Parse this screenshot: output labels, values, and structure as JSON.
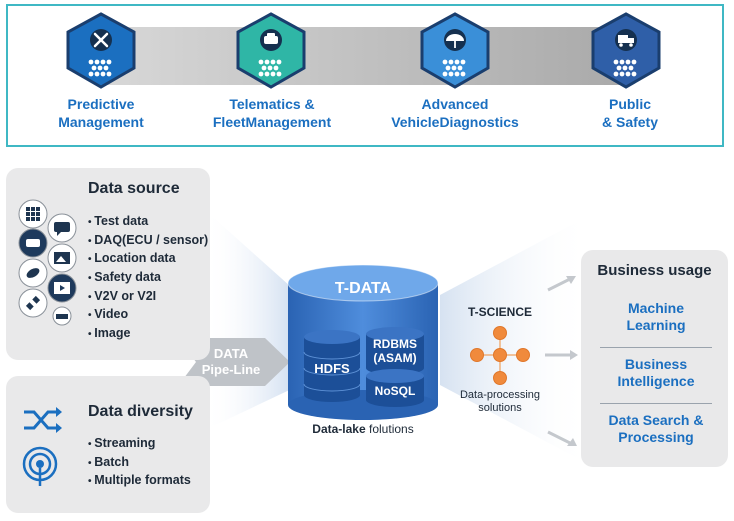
{
  "use_cases": [
    {
      "line1": "Predictive",
      "line2": "Management",
      "icon": "tools-icon"
    },
    {
      "line1": "Telematics &",
      "line2": "FleetManagement",
      "icon": "car-icon"
    },
    {
      "line1": "Advanced",
      "line2": "VehicleDiagnostics",
      "icon": "umbrella-icon"
    },
    {
      "line1": "Public",
      "line2": "& Safety",
      "icon": "truck-icon"
    }
  ],
  "data_source": {
    "title": "Data source",
    "items": [
      "Test data",
      "DAQ(ECU / sensor)",
      "Location data",
      "Safety data",
      "V2V or V2I",
      "Video",
      "Image"
    ]
  },
  "pipeline": {
    "line1": "DATA",
    "line2": "Pipe-Line"
  },
  "data_diversity": {
    "title": "Data diversity",
    "items": [
      "Streaming",
      "Batch",
      "Multiple formats"
    ]
  },
  "tdata": {
    "title": "T-DATA",
    "hdfs": "HDFS",
    "rdbms_line1": "RDBMS",
    "rdbms_line2": "(ASAM)",
    "nosql": "NoSQL",
    "caption_bold": "Data-lake",
    "caption_rest": " folutions"
  },
  "tscience": {
    "title": "T-SCIENCE",
    "caption_line1": "Data-processing",
    "caption_line2": "solutions"
  },
  "business": {
    "title": "Business usage",
    "items": [
      {
        "line1": "Machine",
        "line2": "Learning"
      },
      {
        "line1": "Business",
        "line2": "Intelligence"
      },
      {
        "line1": "Data Search &",
        "line2": "Processing"
      }
    ]
  },
  "colors": {
    "accent_blue": "#1b6fc0",
    "teal_border": "#3fb8c4",
    "panel_gray": "#e9e9ea",
    "cylinder_blue": "#2f6fc0",
    "node_orange": "#f08a3c"
  }
}
